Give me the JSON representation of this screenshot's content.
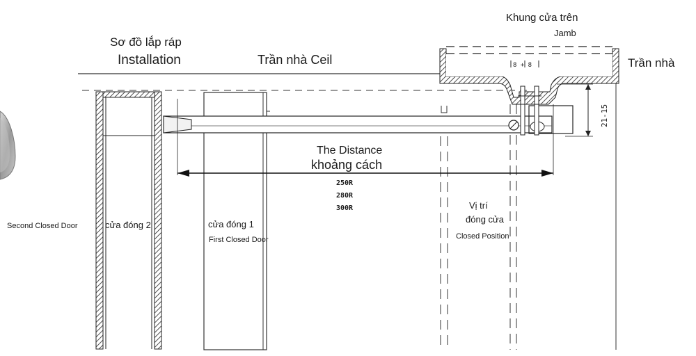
{
  "labels": {
    "jamb_vi": "Khung cửa trên",
    "jamb_en": "Jamb",
    "installation_vi": "Sơ đồ lắp ráp",
    "installation_en": "Installation",
    "ceil_center": "Trần nhà Ceil",
    "ceil_right": "Trần nhà",
    "dim_top": "8 + 8",
    "dim_right": "21-15",
    "distance_en": "The Distance",
    "distance_vi": "khoảng cách",
    "arm_sizes": [
      "250R",
      "280R",
      "300R"
    ],
    "second_door_en": "Second Closed Door",
    "second_door_vi": "cửa đóng 2",
    "first_door_vi": "cửa đóng 1",
    "first_door_en": "First Closed Door",
    "position_vi_1": "Vị trí",
    "position_vi_2": "đóng cửa",
    "position_en": "Closed Position"
  }
}
